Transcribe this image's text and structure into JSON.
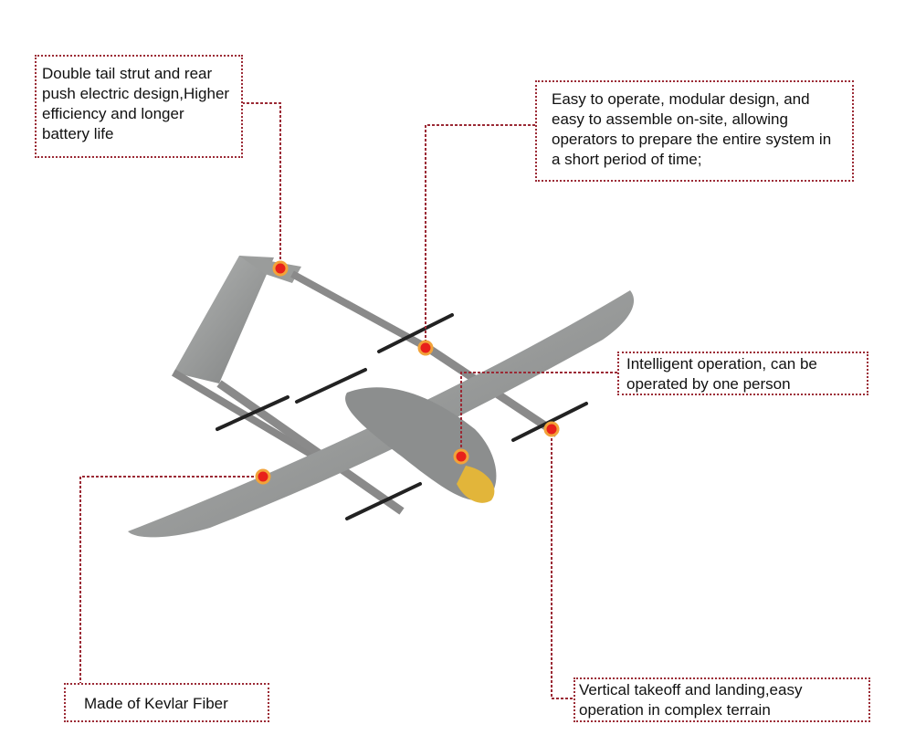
{
  "callouts": {
    "tail": "Double tail strut and rear push electric design,Higher efficiency and longer battery life",
    "modular": "Easy to operate, modular design, and easy to assemble on-site, allowing operators to prepare the entire system in a short period of time;",
    "intelligent": "Intelligent operation, can be operated by one person",
    "kevlar": "Made of Kevlar Fiber",
    "vtol": "Vertical takeoff and landing,easy operation in complex terrain"
  },
  "colors": {
    "leader": "#9b2a35",
    "dot": "#e8201b",
    "dot_ring": "#f2a33a",
    "body": "#8d8f8f",
    "accent": "#e2c93a"
  }
}
